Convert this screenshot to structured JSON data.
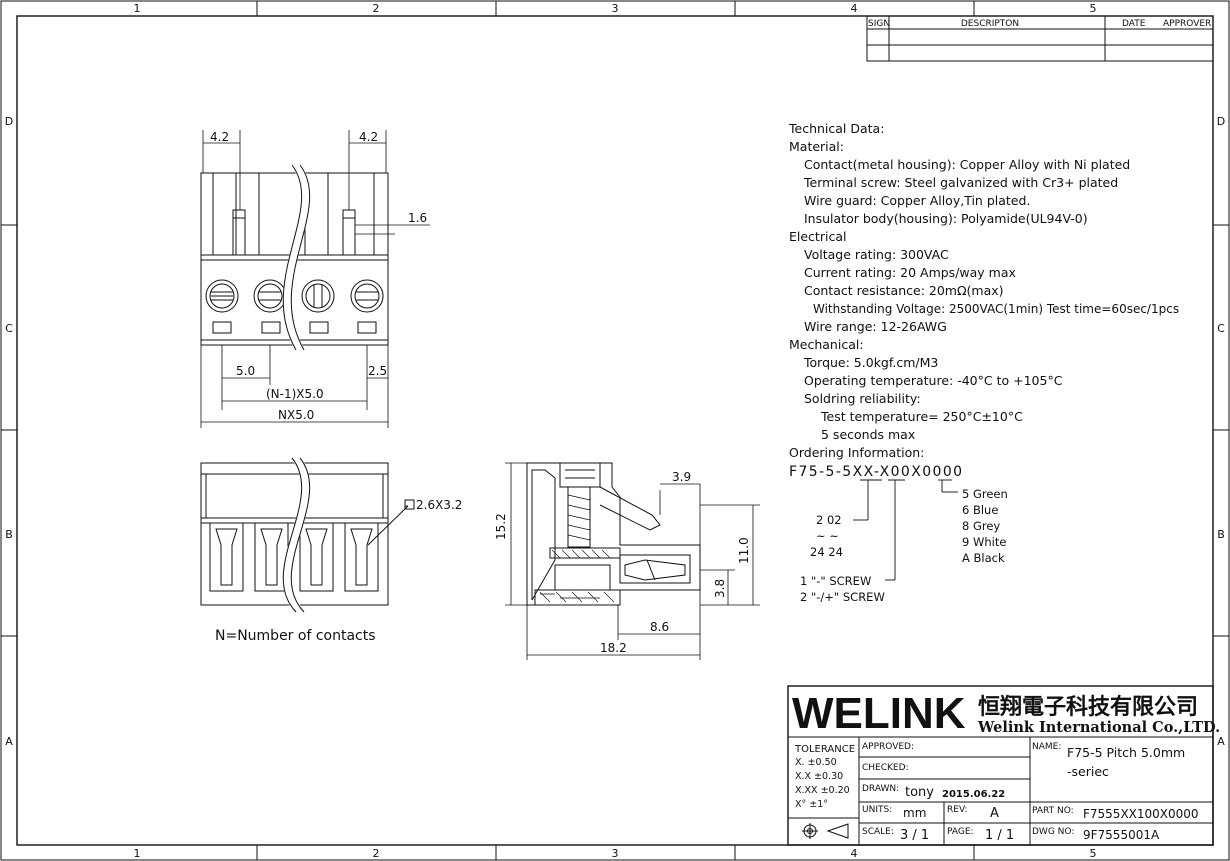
{
  "frame": {
    "cols": [
      "1",
      "2",
      "3",
      "4",
      "5"
    ],
    "rows": [
      "D",
      "C",
      "B",
      "A"
    ]
  },
  "revision_table": {
    "headers": {
      "sign": "SIGN",
      "description": "DESCRIPTON",
      "date": "DATE",
      "approver": "APPROVER"
    }
  },
  "front_view": {
    "dims": {
      "pin_w_left": "4.2",
      "pin_w_right": "4.2",
      "pin_thick": "1.6",
      "pitch": "5.0",
      "n_minus_1": "(N-1)X5.0",
      "edge": "2.5",
      "total": "NX5.0"
    }
  },
  "bottom_view": {
    "hole_label": "2.6X3.2",
    "caption": "N=Number of contacts"
  },
  "side_view": {
    "dims": {
      "depth_top": "3.9",
      "height": "15.2",
      "height_right": "11.0",
      "pin_height": "3.8",
      "pin_len": "8.6",
      "total_len": "18.2"
    }
  },
  "technical_data": {
    "lines": [
      "Technical Data:",
      "Material:",
      "Contact(metal housing): Copper Alloy with Ni plated",
      "Terminal screw: Steel galvanized with Cr3+ plated",
      "Wire guard: Copper Alloy,Tin plated.",
      "Insulator body(housing): Polyamide(UL94V-0)",
      "Electrical",
      "Voltage rating: 300VAC",
      "Current rating: 20 Amps/way max",
      "Contact resistance: 20mΩ(max)",
      "Withstanding Voltage: 2500VAC(1min) Test time=60sec/1pcs",
      "Wire range: 12-26AWG",
      "Mechanical:",
      "Torque: 5.0kgf.cm/M3",
      "Operating temperature: -40°C to +105°C",
      "Soldring reliability:",
      "Test temperature= 250°C±10°C",
      "5 seconds max",
      "Ordering Information:"
    ]
  },
  "ordering": {
    "code": "F75-5-5XX-X00X0000",
    "colors": [
      "5  Green",
      "6  Blue",
      "8  Grey",
      "9  White",
      "A  Black"
    ],
    "pins_top": "2  02",
    "pins_mid": "~  ~",
    "pins_bot": "24  24",
    "screw1": "1  \"-\" SCREW",
    "screw2": "2  \"-/+\" SCREW"
  },
  "title_block": {
    "brand": "WELINK",
    "company_cn": "恒翔電子科技有限公司",
    "company_en": "Welink International Co.,LTD.",
    "tolerance_label": "TOLERANCE",
    "tolerances": [
      "X.     ±0.50",
      "X.X    ±0.30",
      "X.XX  ±0.20",
      "X°      ±1°"
    ],
    "approved_label": "APPROVED:",
    "checked_label": "CHECKED:",
    "drawn_label": "DRAWN:",
    "drawn_by": "tony",
    "drawn_date": "2015.06.22",
    "units_label": "UNITS:",
    "units": "mm",
    "rev_label": "REV:",
    "rev": "A",
    "scale_label": "SCALE:",
    "scale": "3 / 1",
    "page_label": "PAGE:",
    "page": "1 / 1",
    "name_label": "NAME:",
    "name_line1": "F75-5  Pitch 5.0mm",
    "name_line2": "-seriec",
    "part_label": "PART NO:",
    "part_no": "F7555XX100X0000",
    "dwg_label": "DWG NO:",
    "dwg_no": "9F7555001A"
  }
}
